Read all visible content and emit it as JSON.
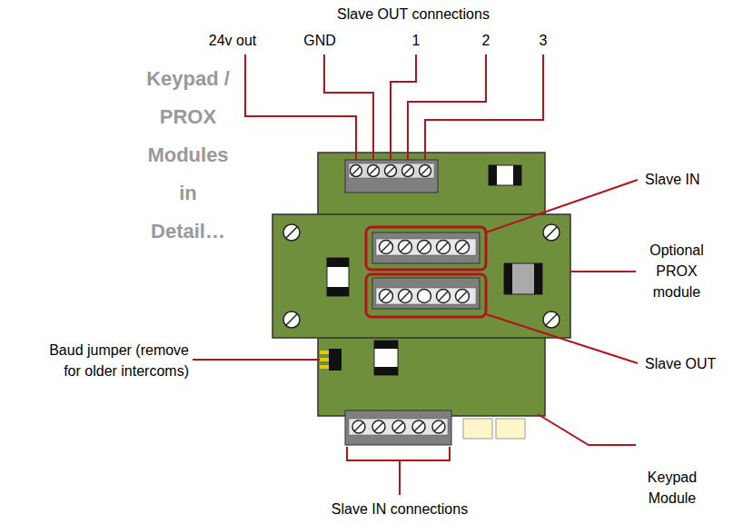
{
  "diagram": {
    "title": "Keypad / PROX Modules in Detail…",
    "labels": [
      "Slave OUT connections",
      "24v out",
      "GND",
      "1",
      "2",
      "3",
      "Slave IN",
      "Optional PROX module",
      "Baud jumper (remove for older intercoms)",
      "Slave OUT",
      "Keypad Module",
      "Slave IN connections"
    ]
  }
}
